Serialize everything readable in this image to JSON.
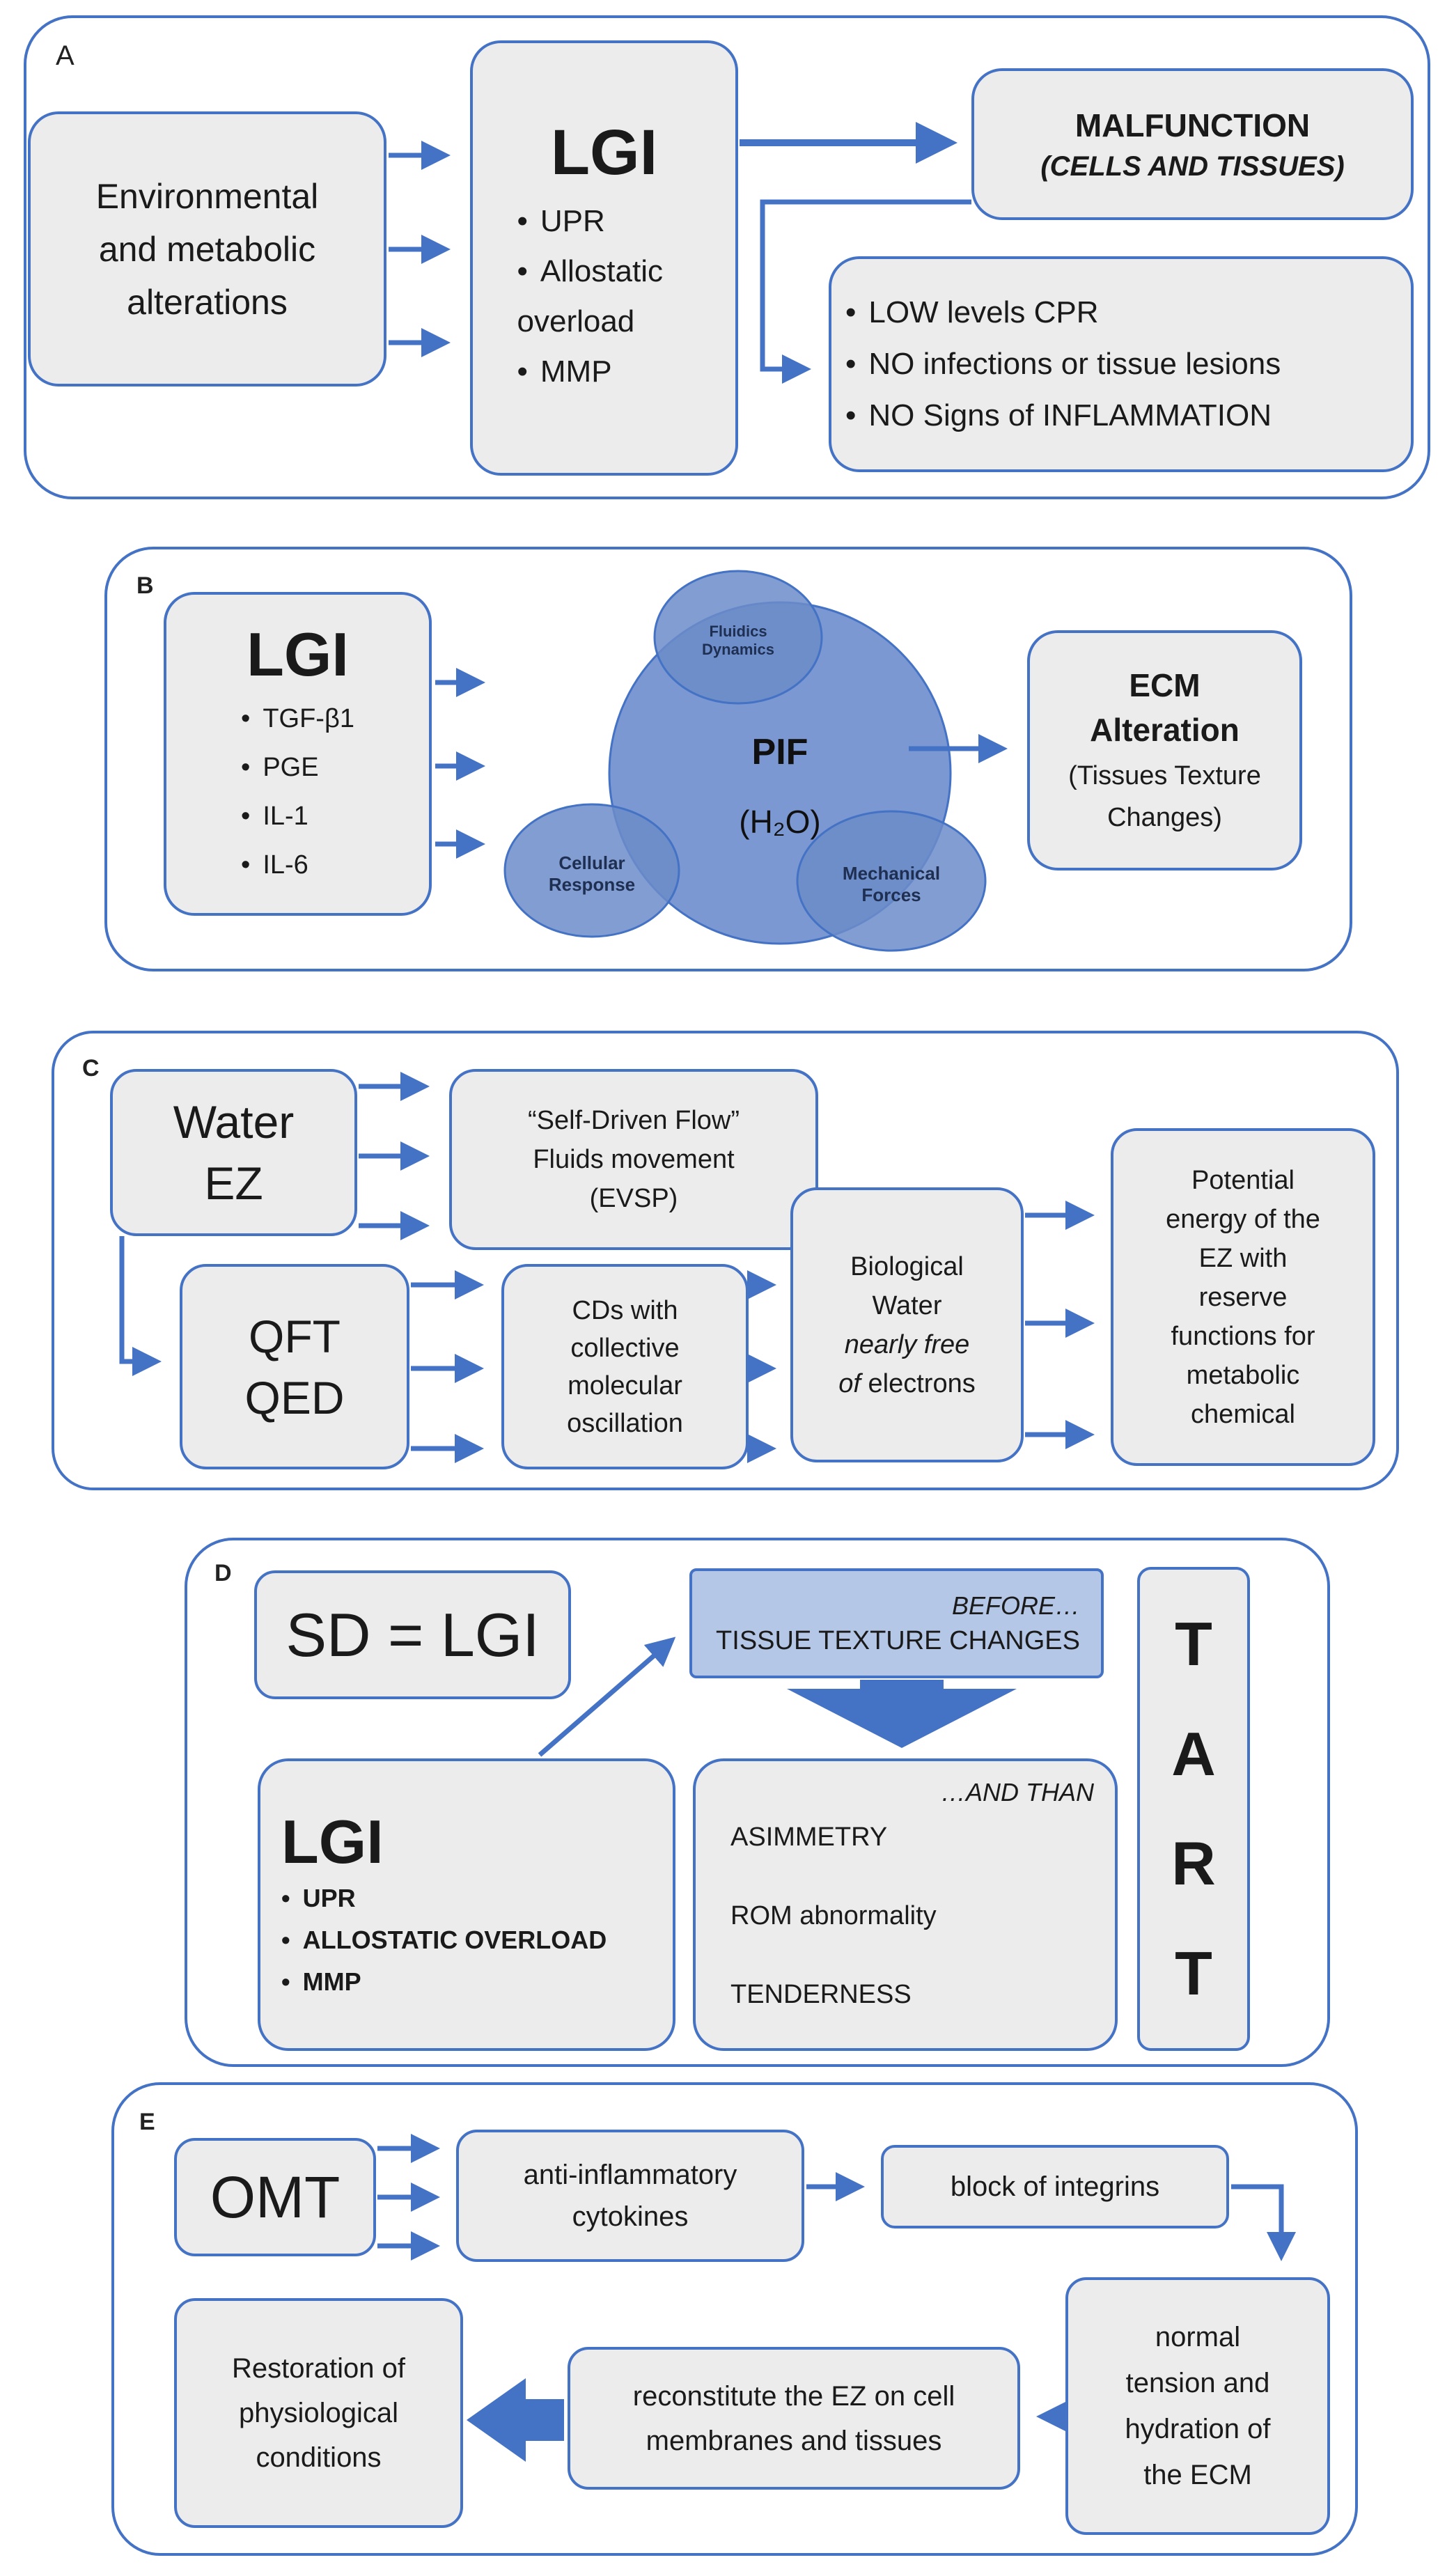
{
  "colors": {
    "accent": "#4472c4",
    "box_fill": "#ececec",
    "circle_fill": "#6f8fcf",
    "highlight_fill": "#b4c7e7"
  },
  "panel_a": {
    "label": "A",
    "env_lines": [
      "Environmental",
      "and metabolic",
      "alterations"
    ],
    "lgi_title": "LGI",
    "lgi_items": [
      "UPR",
      "Allostatic overload",
      "MMP"
    ],
    "malfunction_title": "MALFUNCTION",
    "malfunction_sub": "(CELLS AND TISSUES)",
    "findings": [
      "LOW levels CPR",
      "NO infections or tissue lesions",
      "NO Signs of INFLAMMATION"
    ]
  },
  "panel_b": {
    "label": "B",
    "lgi_title": "LGI",
    "lgi_items": [
      "TGF-β1",
      "PGE",
      "IL-1",
      "IL-6"
    ],
    "pif": "PIF",
    "h2o": "(H₂O)",
    "fluidics": [
      "Fluidics",
      "Dynamics"
    ],
    "cellular": [
      "Cellular",
      "Response"
    ],
    "mechanical": [
      "Mechanical",
      "Forces"
    ],
    "ecm_title": [
      "ECM",
      "Alteration"
    ],
    "ecm_sub": [
      "(Tissues Texture",
      "Changes)"
    ]
  },
  "panel_c": {
    "label": "C",
    "water_ez": [
      "Water",
      "EZ"
    ],
    "self_driven": [
      "“Self-Driven Flow”",
      "Fluids movement",
      "(EVSP)"
    ],
    "qft_qed": [
      "QFT",
      "QED"
    ],
    "cds": [
      "CDs with",
      "collective",
      "molecular",
      "oscillation"
    ],
    "bio_water": {
      "l1": "Biological",
      "l2": "Water",
      "l3": "nearly free",
      "l4": "of",
      "l5": "electrons"
    },
    "potential": [
      "Potential",
      "energy of the",
      "EZ with",
      "reserve",
      "functions for",
      "metabolic",
      "chemical"
    ]
  },
  "panel_d": {
    "label": "D",
    "sd": "SD = LGI",
    "before": "BEFORE…",
    "ttc": "TISSUE TEXTURE CHANGES",
    "lgi_title": "LGI",
    "lgi_items": [
      "UPR",
      "ALLOSTATIC OVERLOAD",
      "MMP"
    ],
    "and_than": "…AND THAN",
    "findings": [
      "ASIMMETRY",
      "ROM abnormality",
      "TENDERNESS"
    ],
    "tart": [
      "T",
      "A",
      "R",
      "T"
    ]
  },
  "panel_e": {
    "label": "E",
    "omt": "OMT",
    "anti": [
      "anti-inflammatory",
      "cytokines"
    ],
    "block": "block of integrins",
    "normal": [
      "normal",
      "tension and",
      "hydration of",
      "the ECM"
    ],
    "reconstitute": [
      "reconstitute the EZ on cell",
      "membranes and tissues"
    ],
    "restoration": [
      "Restoration of",
      "physiological",
      "conditions"
    ]
  }
}
